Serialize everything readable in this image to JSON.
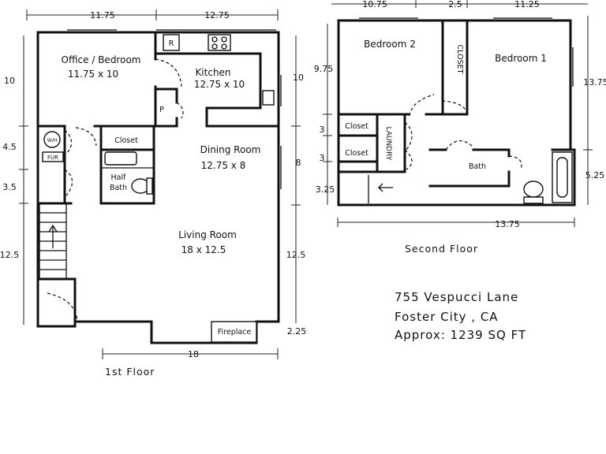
{
  "first_floor": {
    "caption": "1st Floor",
    "dims": {
      "top_left": "11.75",
      "top_right": "12.75",
      "bottom": "18",
      "left_upper": "10",
      "left_mid": "4.5",
      "left_low": "3.5",
      "left_bottom": "12.5",
      "right_upper": "10",
      "right_mid": "8",
      "right_bottom": "12.5",
      "right_fireplace": "2.25"
    },
    "rooms": {
      "office_name": "Office / Bedroom",
      "office_size": "11.75 x 10",
      "kitchen_name": "Kitchen",
      "kitchen_size": "12.75 x 10",
      "dining_name": "Dining Room",
      "dining_size": "12.75 x 8",
      "living_name": "Living Room",
      "living_size": "18 x 12.5",
      "closet": "Closet",
      "half_bath_line1": "Half",
      "half_bath_line2": "Bath",
      "fireplace": "Fireplace",
      "range_label": "R",
      "pantry_label": "P",
      "wh_label": "W/H",
      "fur_label": "FUR"
    }
  },
  "second_floor": {
    "caption": "Second Floor",
    "dims": {
      "top_left": "10.75",
      "top_mid": "2.5",
      "top_right": "11.25",
      "bottom": "13.75",
      "left_top": "9.75",
      "left_a": "3",
      "left_b": "3",
      "left_c": "3.25",
      "right_top": "13.75",
      "right_bot": "5.25"
    },
    "rooms": {
      "bedroom2": "Bedroom 2",
      "bedroom1": "Bedroom 1",
      "closet_vertical": "CLOSET",
      "closet_a": "Closet",
      "closet_b": "Closet",
      "laundry": "LAUNDRY",
      "bath": "Bath"
    }
  },
  "address": {
    "line1": "755 Vespucci Lane",
    "line2": "Foster City , CA",
    "line3": "Approx: 1239 SQ FT"
  }
}
